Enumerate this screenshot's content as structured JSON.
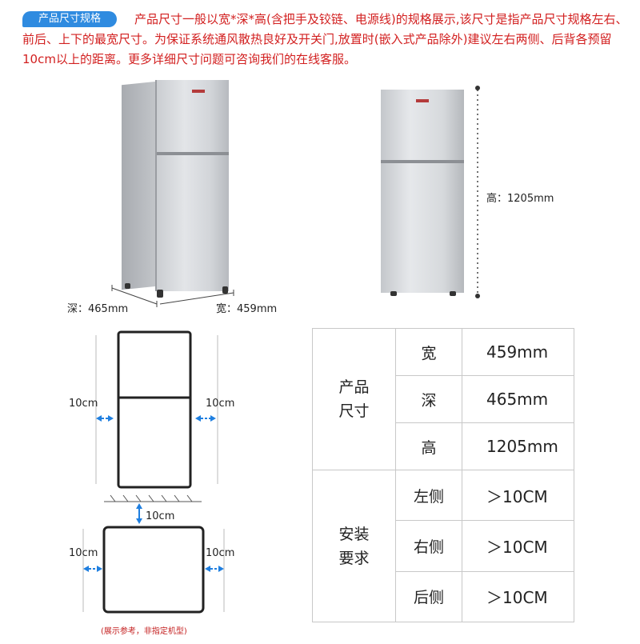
{
  "header": {
    "badge": "产品尺寸规格",
    "description": "产品尺寸一般以宽*深*高(含把手及铰链、电源线)的规格展示,该尺寸是指产品尺寸规格左右、前后、上下的最宽尺寸。为保证系统通风散热良好及开关门,放置时(嵌入式产品除外)建议左右两侧、后背各预留10cm以上的距离。更多详细尺寸问题可咨询我们的在线客服。"
  },
  "dimensions": {
    "depth_label": "深：465mm",
    "width_label": "宽：459mm",
    "height_label": "高：1205mm"
  },
  "clearance_diagram": {
    "side_top_left": "10cm",
    "side_top_right": "10cm",
    "back": "10cm",
    "side_bottom_left": "10cm",
    "side_bottom_right": "10cm",
    "caption": "(展示参考，非指定机型)"
  },
  "spec_table": {
    "size_group": [
      "产品",
      "尺寸"
    ],
    "install_group": [
      "安装",
      "要求"
    ],
    "size_rows": [
      {
        "key": "宽",
        "value": "459mm"
      },
      {
        "key": "深",
        "value": "465mm"
      },
      {
        "key": "高",
        "value": "1205mm"
      }
    ],
    "install_rows": [
      {
        "key": "左侧",
        "value": "＞10CM"
      },
      {
        "key": "右侧",
        "value": "＞10CM"
      },
      {
        "key": "后侧",
        "value": "＞10CM"
      }
    ]
  },
  "colors": {
    "badge_blue": "#2f8be0",
    "header_red": "#d21f1f",
    "arrow_blue": "#1f7fe0"
  }
}
